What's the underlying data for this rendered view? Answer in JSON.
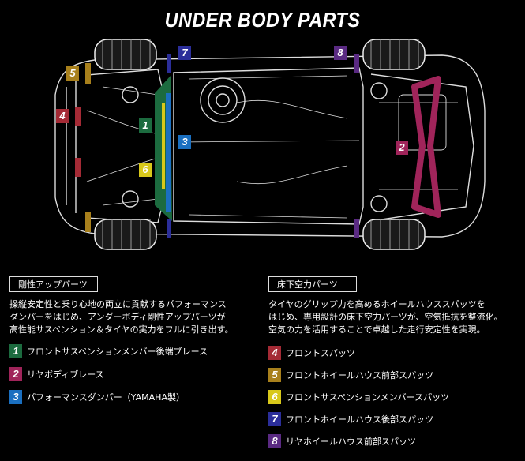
{
  "title": "UNDER BODY PARTS",
  "colors": {
    "1": "#1c6b3f",
    "2": "#a0245a",
    "3": "#1a6fc0",
    "4": "#a42a35",
    "5": "#a8801c",
    "6": "#d8c81a",
    "7": "#2b2e9a",
    "8": "#5a2a82"
  },
  "diagram_badges": [
    "7",
    "8",
    "5",
    "4",
    "1",
    "3",
    "6",
    "2"
  ],
  "left_section": {
    "heading": "剛性アップパーツ",
    "description": "操縦安定性と乗り心地の両立に貢献するパフォーマンス\nダンパーをはじめ、アンダーボディ剛性アップパーツが\n高性能サスペンション＆タイヤの実力をフルに引き出す。",
    "items": [
      {
        "num": "1",
        "label": "フロントサスペンションメンバー後端ブレース"
      },
      {
        "num": "2",
        "label": "リヤボディブレース"
      },
      {
        "num": "3",
        "label": "パフォーマンスダンパー（YAMAHA製）"
      }
    ]
  },
  "right_section": {
    "heading": "床下空力パーツ",
    "description": "タイヤのグリップ力を高めるホイールハウススパッツを\nはじめ、専用設計の床下空力パーツが、空気抵抗を整流化。\n空気の力を活用することで卓越した走行安定性を実現。",
    "items": [
      {
        "num": "4",
        "label": "フロントスパッツ"
      },
      {
        "num": "5",
        "label": "フロントホイールハウス前部スパッツ"
      },
      {
        "num": "6",
        "label": "フロントサスペンションメンバースパッツ"
      },
      {
        "num": "7",
        "label": "フロントホイールハウス後部スパッツ"
      },
      {
        "num": "8",
        "label": "リヤホイールハウス前部スパッツ"
      }
    ]
  }
}
